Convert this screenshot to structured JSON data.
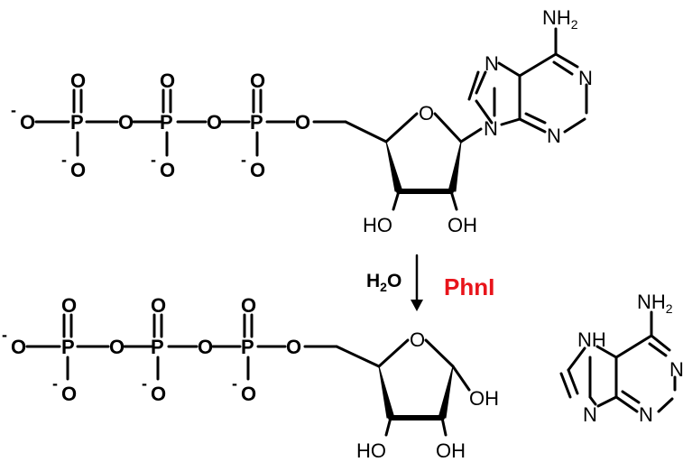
{
  "colors": {
    "enzyme": "#e8141b",
    "ink": "#000000"
  },
  "reaction": {
    "reagent_main": "H",
    "reagent_sub": "2",
    "reagent_tail": "O",
    "enzyme": "PhnI"
  },
  "atoms": {
    "O": "O",
    "P": "P",
    "N": "N",
    "NH": "NH",
    "NH2_main": "NH",
    "NH2_sub": "2",
    "HO": "HO",
    "OH": "OH",
    "minus": "-"
  }
}
